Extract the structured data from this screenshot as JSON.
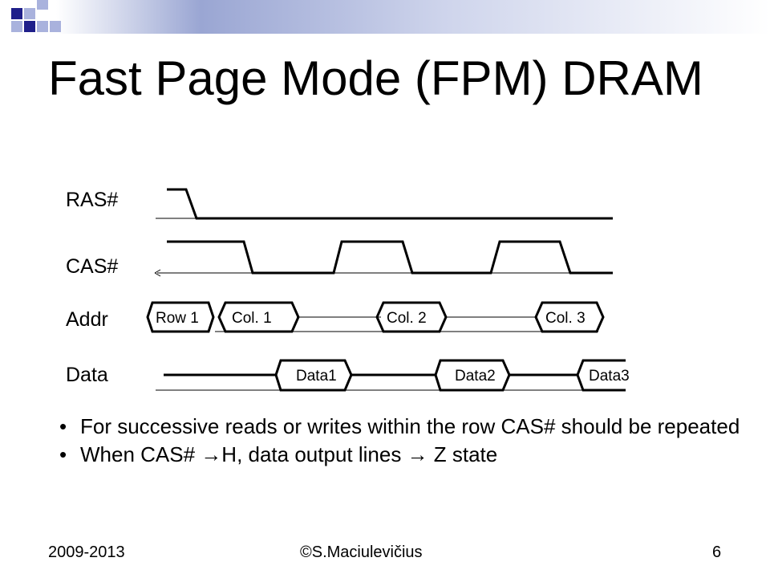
{
  "slide": {
    "title": "Fast Page Mode (FPM) DRAM",
    "signals": {
      "ras": "RAS#",
      "cas": "CAS#",
      "addr": "Addr",
      "data": "Data"
    },
    "address_segments": [
      "Row 1",
      "Col. 1",
      "Col. 2",
      "Col. 3"
    ],
    "data_segments": [
      "Data1",
      "Data2",
      "Data3"
    ],
    "bullets": [
      "For successive reads or writes within the row CAS# should be repeated",
      "When CAS# →H, data output lines → Z state"
    ],
    "footer": {
      "left": "2009-2013",
      "center": "©S.Maciulevičius",
      "right": "6"
    }
  },
  "colors": {
    "logo_dark": "#1f1f8a",
    "logo_light": "#a9b2dd",
    "line": "#000000"
  }
}
